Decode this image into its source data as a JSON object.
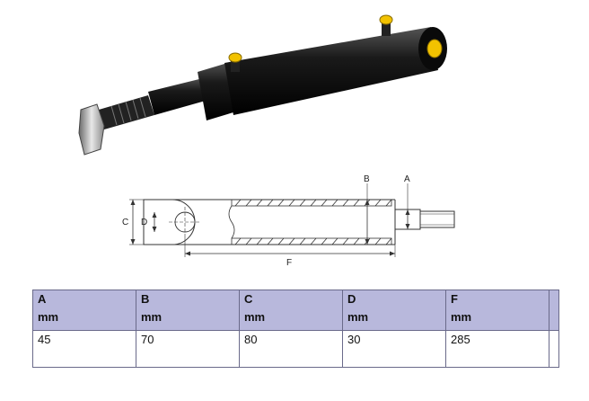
{
  "diagram": {
    "labels": {
      "a": "A",
      "b": "B",
      "c": "C",
      "d": "D",
      "f": "F"
    }
  },
  "table": {
    "headers": [
      {
        "letter": "A",
        "unit": "mm"
      },
      {
        "letter": "B",
        "unit": "mm"
      },
      {
        "letter": "C",
        "unit": "mm"
      },
      {
        "letter": "D",
        "unit": "mm"
      },
      {
        "letter": "F",
        "unit": "mm"
      }
    ],
    "rows": [
      [
        "45",
        "70",
        "80",
        "30",
        "285"
      ]
    ]
  },
  "colors": {
    "header_bg": "#b8b8dc",
    "cylinder": "#111111",
    "fitting": "#f2c200"
  }
}
